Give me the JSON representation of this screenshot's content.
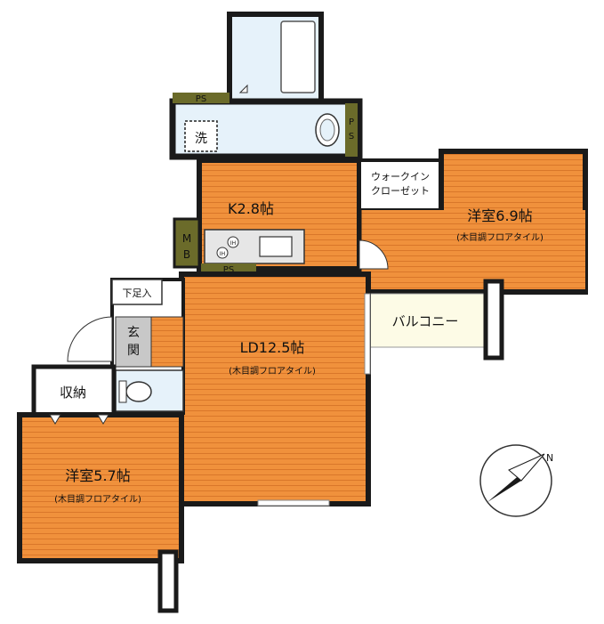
{
  "rooms": {
    "kitchen": {
      "name": "K2.8帖"
    },
    "living": {
      "name": "LD12.5帖",
      "note": "(木目調フロアタイル)"
    },
    "bedroom1": {
      "name": "洋室6.9帖",
      "note": "(木目調フロアタイル)"
    },
    "bedroom2": {
      "name": "洋室5.7帖",
      "note": "(木目調フロアタイル)"
    },
    "wic": {
      "line1": "ウォークイン",
      "line2": "クローゼット"
    },
    "balcony": {
      "name": "バルコニー"
    },
    "storage": {
      "name": "収納"
    },
    "entrance": {
      "name_line1": "玄",
      "name_line2": "関"
    },
    "shoe_rack": {
      "name": "下足入"
    },
    "washer": {
      "name": "洗"
    },
    "mb": {
      "line1": "M",
      "line2": "B"
    },
    "ps_top": {
      "name": "PS"
    },
    "ps_side": {
      "line1": "P",
      "line2": "S"
    },
    "ps_kitchen": {
      "name": "PS"
    },
    "ih1": {
      "name": "IH"
    },
    "ih2": {
      "name": "IH"
    }
  },
  "compass": {
    "label": "N"
  },
  "colors": {
    "floor": "#f0913c",
    "floor_line": "#d9772a",
    "wall": "#1a1a1a",
    "bath": "#e6f2fa",
    "ps": "#6b6b2a",
    "balcony": "#fdfbe6",
    "entrance_tile": "#c8c8c8"
  }
}
